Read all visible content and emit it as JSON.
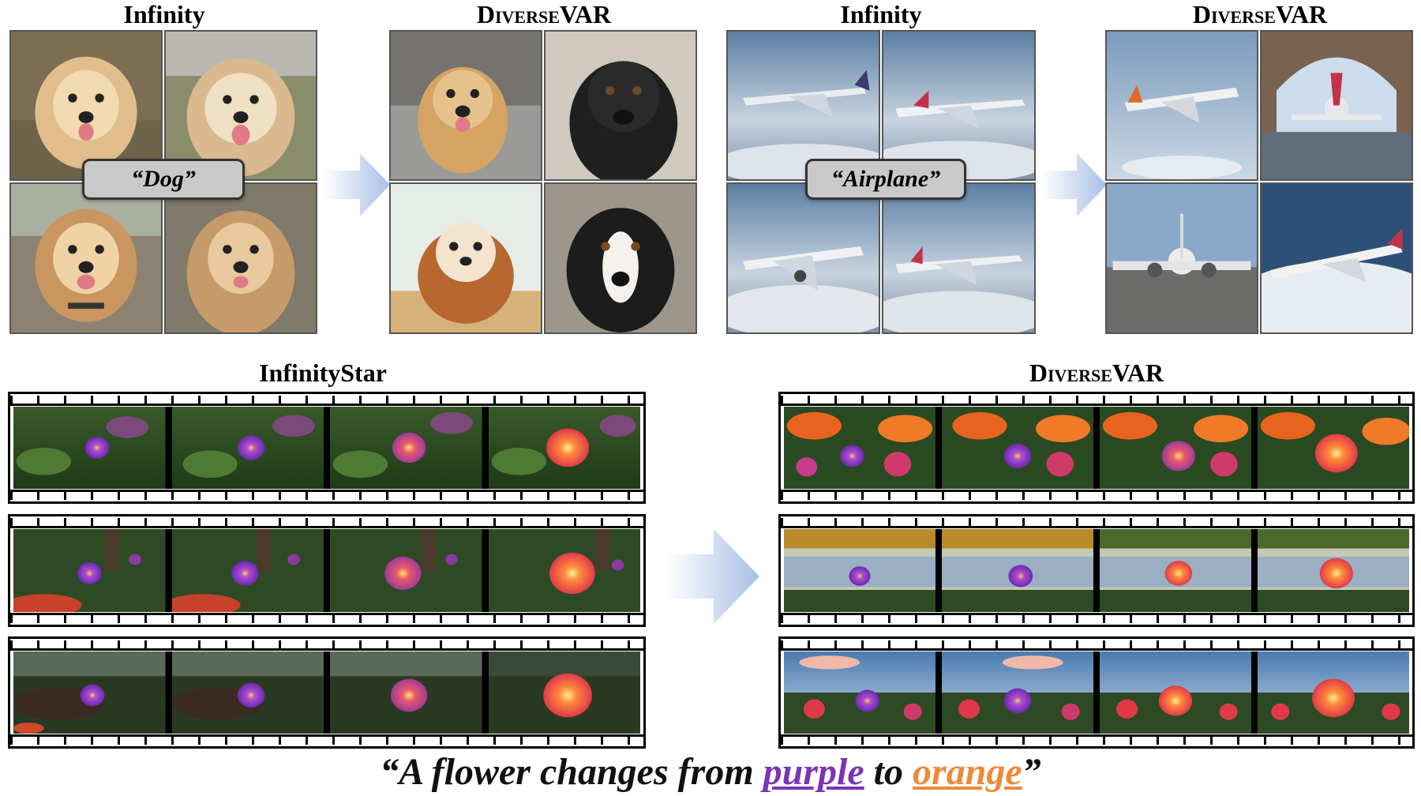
{
  "figure": {
    "top_panels": [
      {
        "title": "Infinity",
        "prompt": "“Dog”"
      },
      {
        "title_sc": "Diverse",
        "title_rest": "VAR"
      },
      {
        "title": "Infinity",
        "prompt": "“Airplane”"
      },
      {
        "title_sc": "Diverse",
        "title_rest": "VAR"
      }
    ],
    "bottom_panels": [
      {
        "title": "InfinityStar"
      },
      {
        "title_sc": "Diverse",
        "title_rest": "VAR"
      }
    ],
    "caption": {
      "prefix": "“A flower changes from ",
      "word1": "purple",
      "middle": " to ",
      "word2": "orange",
      "suffix": "”"
    },
    "colors": {
      "purple_word": "#7a34b8",
      "orange_word": "#ec8a3a",
      "arrow": "#a9bfe6"
    }
  }
}
